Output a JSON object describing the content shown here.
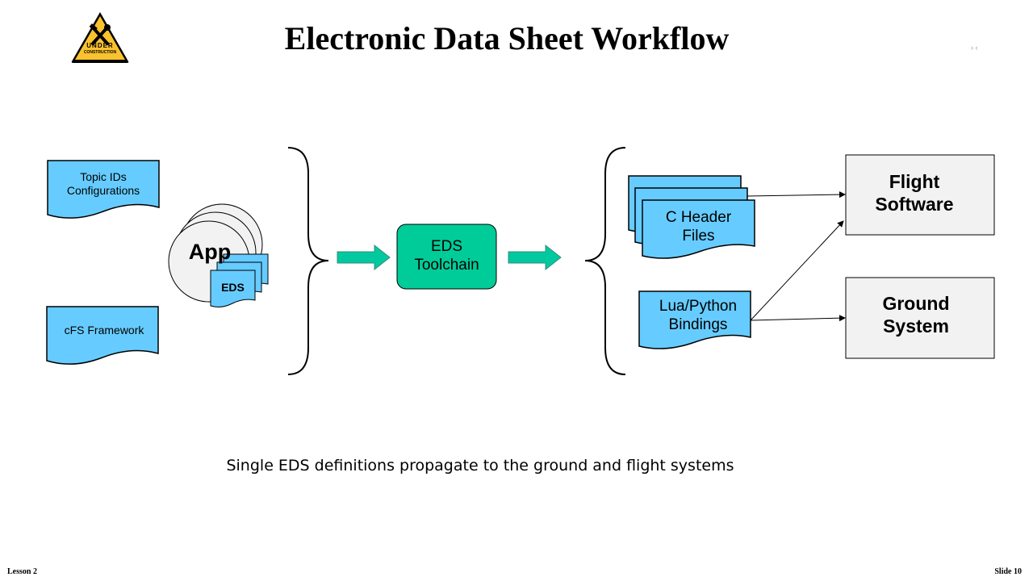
{
  "slide": {
    "title": "Electronic Data Sheet Workflow",
    "caption": "Single EDS definitions propagate to the ground and flight systems",
    "footer_left": "Lesson 2",
    "footer_right": "Slide 10",
    "logo": {
      "line1": "UNDER",
      "line2": "CONSTRUCTION"
    }
  },
  "inputs": {
    "topic": "Topic IDs\nConfigurations",
    "framework": "cFS Framework",
    "app": "App",
    "eds_doc": "EDS"
  },
  "toolchain": "EDS\nToolchain",
  "outputs": {
    "headers": "C Header\nFiles",
    "bindings": "Lua/Python\nBindings"
  },
  "targets": {
    "flight": "Flight\nSoftware",
    "ground": "Ground\nSystem"
  },
  "colors": {
    "doc_fill": "#66ccff",
    "toolchain_fill": "#00cc99",
    "arrow_fill": "#00c9a0",
    "target_fill": "#f2f2f2",
    "app_fill": "#f2f2f2"
  }
}
